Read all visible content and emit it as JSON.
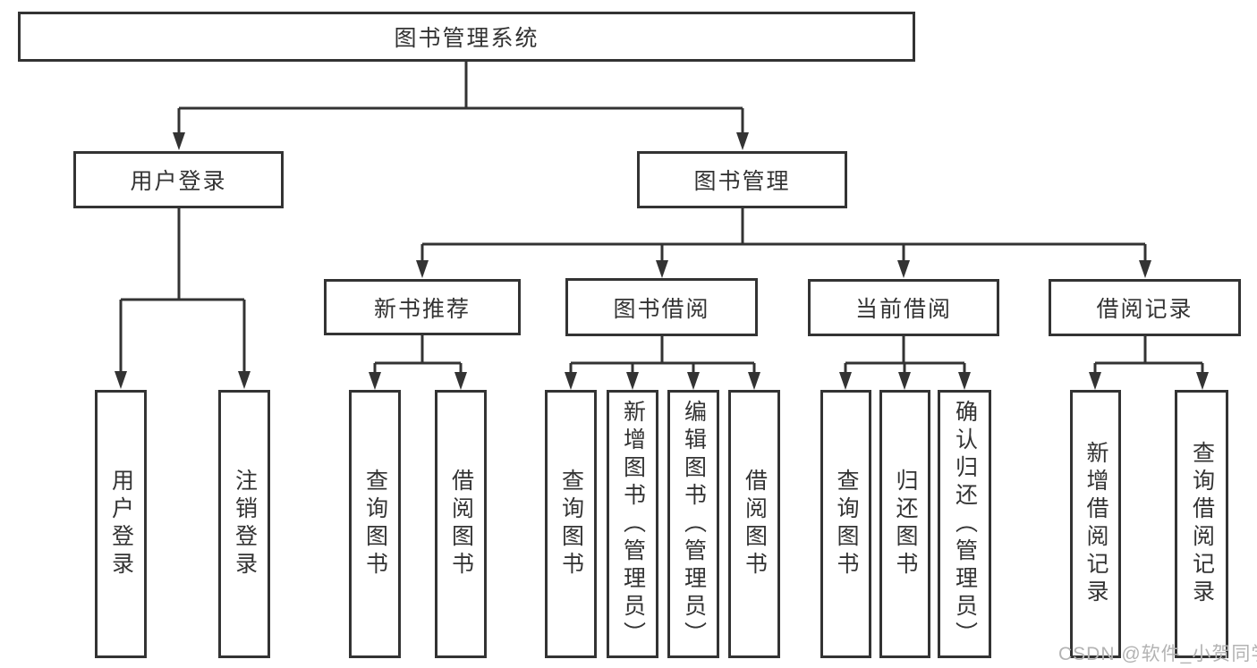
{
  "tree": {
    "root": {
      "label": "图书管理系统"
    },
    "children": [
      {
        "label": "用户登录",
        "children": [
          {
            "label": "用户登录"
          },
          {
            "label": "注销登录"
          }
        ]
      },
      {
        "label": "图书管理",
        "children": [
          {
            "label": "新书推荐",
            "children": [
              {
                "label": "查询图书"
              },
              {
                "label": "借阅图书"
              }
            ]
          },
          {
            "label": "图书借阅",
            "children": [
              {
                "label": "查询图书"
              },
              {
                "label": "新增图书（管理员）"
              },
              {
                "label": "编辑图书（管理员）"
              },
              {
                "label": "借阅图书"
              }
            ]
          },
          {
            "label": "当前借阅",
            "children": [
              {
                "label": "查询图书"
              },
              {
                "label": "归还图书"
              },
              {
                "label": "确认归还（管理员）"
              }
            ]
          },
          {
            "label": "借阅记录",
            "children": [
              {
                "label": "新增借阅记录"
              },
              {
                "label": "查询借阅记录"
              }
            ]
          }
        ]
      }
    ]
  },
  "watermark": "CSDN @软件_小贺同学",
  "colors": {
    "line": "#333333",
    "text": "#333333",
    "watermark": "#b3b3b3",
    "background": "#ffffff"
  }
}
